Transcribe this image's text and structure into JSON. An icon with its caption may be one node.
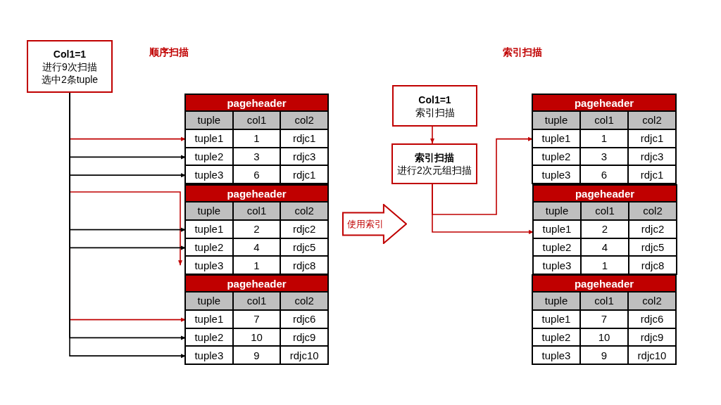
{
  "diagram": {
    "nodes": [
      {
        "text": [
          "Col1=1",
          "进行9次扫描",
          "选中2条tuple"
        ]
      },
      {
        "text": [
          "pageheader"
        ]
      },
      {
        "text": [
          "tuple",
          "col1",
          "col2"
        ],
        "in": 1
      },
      {
        "text": [
          "tuple1",
          "1",
          "rdjc1"
        ],
        "in": 1
      },
      {
        "text": [
          "tuple2",
          "3",
          "rdjc3"
        ],
        "in": 1
      },
      {
        "text": [
          "tuple3",
          "6",
          "rdjc1"
        ],
        "in": 1
      },
      {
        "text": [
          "pageheader"
        ]
      },
      {
        "text": [
          "tuple",
          "col1",
          "col2"
        ],
        "in": 6
      },
      {
        "text": [
          "tuple1",
          "2",
          "rdjc2"
        ],
        "in": 6
      },
      {
        "text": [
          "tuple2",
          "4",
          "rdjc5"
        ],
        "in": 6
      },
      {
        "text": [
          "tuple3",
          "1",
          "rdjc8"
        ],
        "in": 6
      },
      {
        "text": [
          "pageheader"
        ]
      },
      {
        "text": [
          "tuple",
          "col1",
          "col2"
        ],
        "in": 11
      },
      {
        "text": [
          "tuple1",
          "7",
          "rdjc6"
        ],
        "in": 11
      },
      {
        "text": [
          "tuple2",
          "10",
          "rdjc9"
        ],
        "in": 11
      },
      {
        "text": [
          "tuple3",
          "9",
          "rdjc10"
        ],
        "in": 11
      },
      {
        "text": [
          "Col1=1",
          "索引扫描"
        ]
      },
      {
        "text": [
          "索引扫描",
          "进行2次元组扫描"
        ]
      },
      {
        "text": [
          "使用索引"
        ]
      },
      {
        "text": [
          "pageheader"
        ]
      },
      {
        "text": [
          "tuple",
          "col1",
          "col2"
        ],
        "in": 19
      },
      {
        "text": [
          "tuple1",
          "1",
          "rdjc1"
        ],
        "in": 19
      },
      {
        "text": [
          "tuple2",
          "3",
          "rdjc3"
        ],
        "in": 19
      },
      {
        "text": [
          "tuple3",
          "6",
          "rdjc1"
        ],
        "in": 19
      },
      {
        "text": [
          "pageheader"
        ]
      },
      {
        "text": [
          "tuple",
          "col1",
          "col2"
        ],
        "in": 24
      },
      {
        "text": [
          "tuple1",
          "2",
          "rdjc2"
        ],
        "in": 24
      },
      {
        "text": [
          "tuple2",
          "4",
          "rdjc5"
        ],
        "in": 24
      },
      {
        "text": [
          "tuple3",
          "1",
          "rdjc8"
        ],
        "in": 24
      },
      {
        "text": [
          "pageheader"
        ]
      },
      {
        "text": [
          "tuple",
          "col1",
          "col2"
        ],
        "in": 29
      },
      {
        "text": [
          "tuple1",
          "7",
          "rdjc6"
        ],
        "in": 29
      },
      {
        "text": [
          "tuple2",
          "10",
          "rdjc9"
        ],
        "in": 29
      },
      {
        "text": [
          "tuple3",
          "9",
          "rdjc10"
        ],
        "in": 29
      }
    ],
    "edges": [
      {
        "from": 0,
        "to": 3,
        "arrow": "to",
        "color": "#c00000"
      },
      {
        "from": 0,
        "to": 4,
        "arrow": "to",
        "color": "#000000"
      },
      {
        "from": 0,
        "to": 5,
        "arrow": "to",
        "color": "#000000"
      },
      {
        "from": 0,
        "to": 10,
        "arrow": "to",
        "color": "#c00000"
      },
      {
        "from": 0,
        "to": 8,
        "arrow": "to",
        "color": "#000000"
      },
      {
        "from": 0,
        "to": 9,
        "arrow": "to",
        "color": "#000000"
      },
      {
        "from": 0,
        "to": 13,
        "arrow": "to",
        "color": "#c00000"
      },
      {
        "from": 0,
        "to": 14,
        "arrow": "to",
        "color": "#000000"
      },
      {
        "from": 0,
        "to": 15,
        "arrow": "to",
        "color": "#000000"
      },
      {
        "from": 16,
        "to": 17,
        "arrow": "to",
        "color": "#c00000"
      },
      {
        "from": 17,
        "to": 21,
        "arrow": "to",
        "color": "#c00000"
      },
      {
        "from": 17,
        "to": 26,
        "arrow": "to",
        "color": "#c00000"
      }
    ],
    "labels": [
      "顺序扫描",
      "索引扫描"
    ]
  }
}
